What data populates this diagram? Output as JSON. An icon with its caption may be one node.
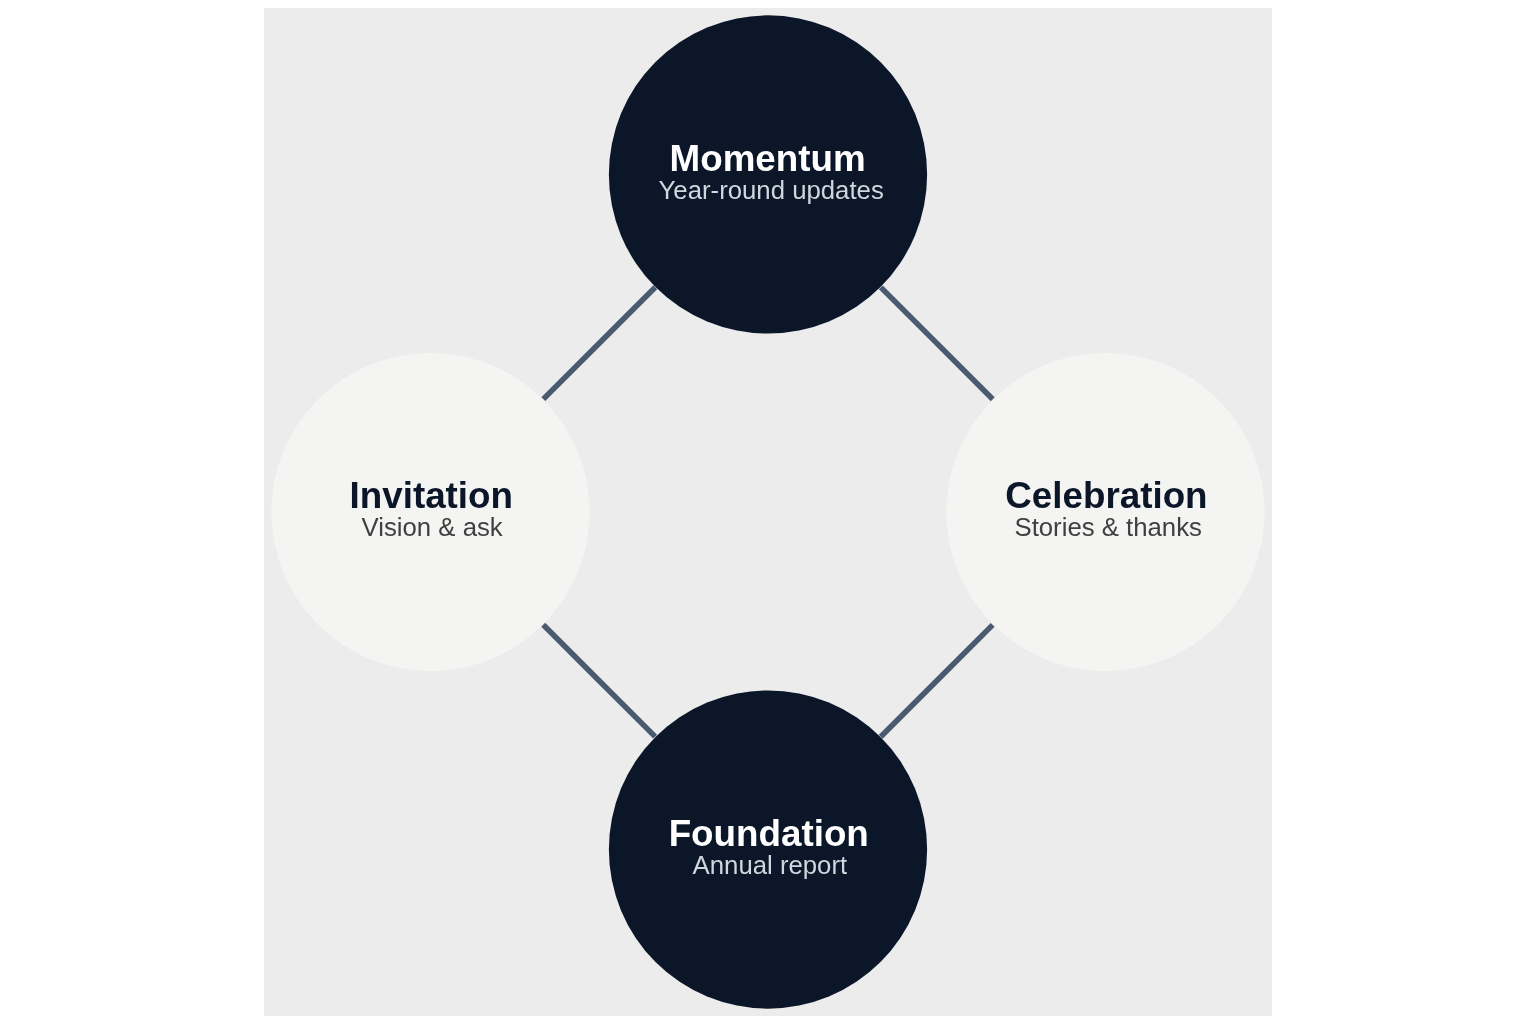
{
  "diagram": {
    "nodes": [
      {
        "text": [
          "Foundation",
          "Annual report"
        ]
      },
      {
        "text": [
          "Invitation",
          "Vision & ask"
        ]
      },
      {
        "text": [
          "Momentum",
          "Year-round updates"
        ]
      },
      {
        "text": [
          "Celebration",
          "Stories & thanks"
        ]
      }
    ],
    "edges": [
      {
        "from": 0,
        "to": 1,
        "arrow": "none"
      },
      {
        "from": 1,
        "to": 2,
        "arrow": "none"
      },
      {
        "from": 2,
        "to": 3,
        "arrow": "none"
      },
      {
        "from": 3,
        "to": 0,
        "arrow": "none"
      }
    ]
  }
}
